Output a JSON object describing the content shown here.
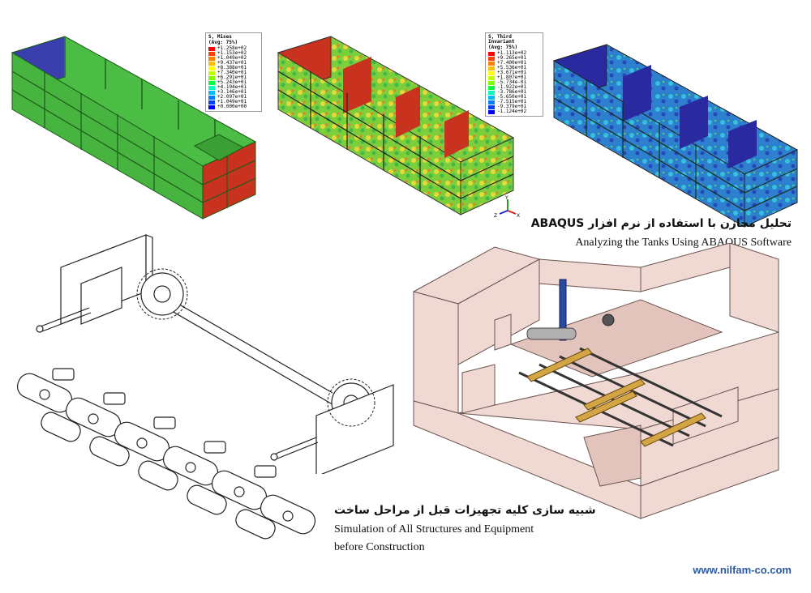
{
  "legends": {
    "mises": {
      "title_1": "S, Mises",
      "title_2": "(Avg: 75%)",
      "values": [
        "+1.258e+02",
        "+1.153e+02",
        "+1.049e+02",
        "+9.437e+01",
        "+8.388e+01",
        "+7.340e+01",
        "+6.291e+01",
        "+5.243e+01",
        "+4.194e+01",
        "+3.146e+01",
        "+2.097e+01",
        "+1.049e+01",
        "+0.000e+00"
      ],
      "colors": [
        "#ff0000",
        "#ff4000",
        "#ff8000",
        "#ffbf00",
        "#ffff00",
        "#bfff00",
        "#80ff00",
        "#00ff40",
        "#00ffbf",
        "#00bfff",
        "#0080ff",
        "#0040ff",
        "#0000ff"
      ]
    },
    "third_invariant": {
      "title_1": "S, Third Invariant",
      "title_2": "(Avg: 75%)",
      "values": [
        "+1.113e+02",
        "+9.265e+01",
        "+7.400e+01",
        "+5.536e+01",
        "+3.671e+01",
        "+1.807e+01",
        "-5.734e-01",
        "-1.922e+01",
        "-3.786e+01",
        "-5.650e+01",
        "-7.515e+01",
        "-9.379e+01",
        "-1.124e+02"
      ],
      "colors": [
        "#ff0000",
        "#ff4000",
        "#ff8000",
        "#ffbf00",
        "#ffff00",
        "#bfff00",
        "#80ff00",
        "#00ff40",
        "#00ffbf",
        "#00bfff",
        "#0080ff",
        "#0040ff",
        "#0000ff"
      ]
    }
  },
  "axis_labels": {
    "x": "X",
    "y": "Y",
    "z": "Z"
  },
  "captions": {
    "abaqus_fa": "تحلیل مخازن با استفاده از نرم افزار ABAQUS",
    "abaqus_en": "Analyzing the Tanks Using ABAQUS Software",
    "simulation_fa": "شبیه سازی کلیه تجهیزات قبل از مراحل ساخت",
    "simulation_en_1": "Simulation of All Structures  and Equipment",
    "simulation_en_2": "before  Construction"
  },
  "website": "www.nilfam-co.com",
  "colors": {
    "tank_green": "#3fae3a",
    "tank_red": "#c8321e",
    "tank_blue": "#2f7fcf",
    "tank_dark_blue": "#2a2aa0",
    "concrete": "#f1d9d3",
    "brand_blue": "#2c5aa0"
  }
}
